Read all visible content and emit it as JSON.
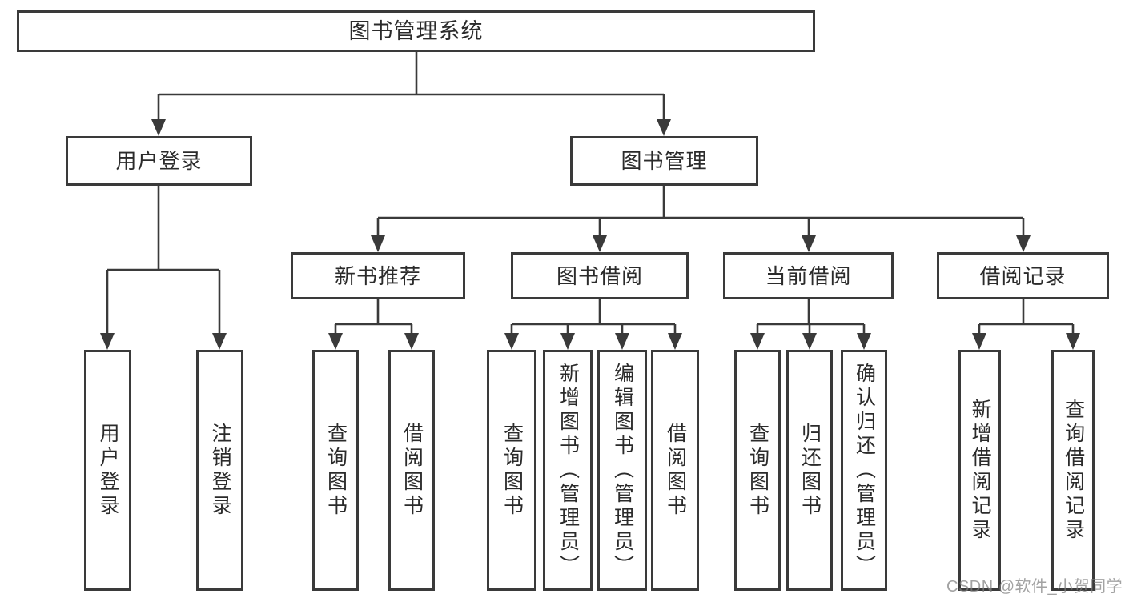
{
  "tree": {
    "label": "图书管理系统",
    "children": [
      {
        "label": "用户登录",
        "children": [
          {
            "label": "用户登录"
          },
          {
            "label": "注销登录"
          }
        ]
      },
      {
        "label": "图书管理",
        "children": [
          {
            "label": "新书推荐",
            "children": [
              {
                "label": "查询图书"
              },
              {
                "label": "借阅图书"
              }
            ]
          },
          {
            "label": "图书借阅",
            "children": [
              {
                "label": "查询图书"
              },
              {
                "label": "新增图书（管理员）"
              },
              {
                "label": "编辑图书（管理员）"
              },
              {
                "label": "借阅图书"
              }
            ]
          },
          {
            "label": "当前借阅",
            "children": [
              {
                "label": "查询图书"
              },
              {
                "label": "归还图书"
              },
              {
                "label": "确认归还（管理员）"
              }
            ]
          },
          {
            "label": "借阅记录",
            "children": [
              {
                "label": "新增借阅记录"
              },
              {
                "label": "查询借阅记录"
              }
            ]
          }
        ]
      }
    ]
  },
  "watermark": {
    "text": "CSDN @软件_小贺同学"
  },
  "colors": {
    "line": "#3a3a3a",
    "text": "#2b2b2b",
    "box_background": "#ffffff",
    "background": "#ffffff"
  }
}
